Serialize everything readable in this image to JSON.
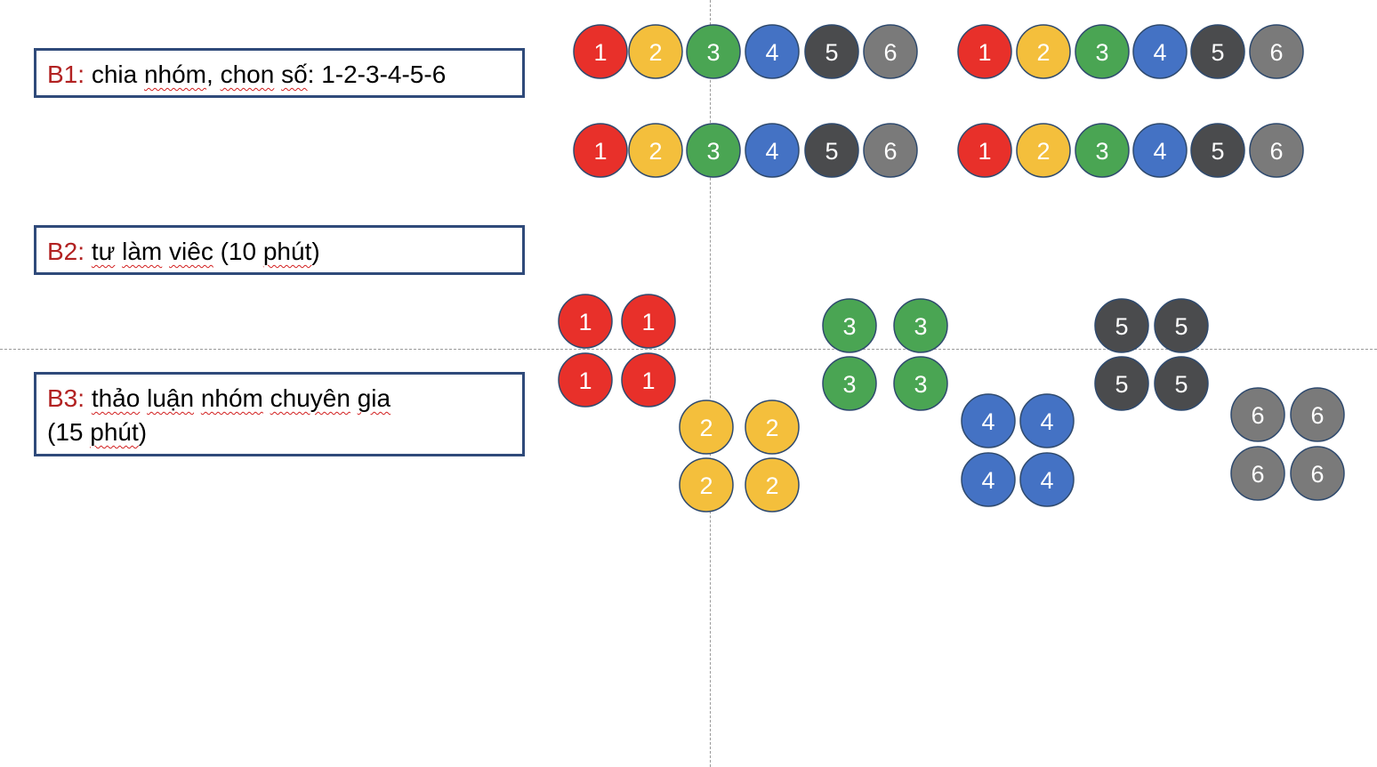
{
  "steps": [
    {
      "tag": "B1:",
      "segments": [
        {
          "text": " "
        },
        {
          "text": "chia",
          "squiggle": false
        },
        {
          "text": " "
        },
        {
          "text": "nhóm",
          "squiggle": true
        },
        {
          "text": ", "
        },
        {
          "text": "chon",
          "squiggle": true
        },
        {
          "text": " "
        },
        {
          "text": "số",
          "squiggle": true
        },
        {
          "text": ": 1-2-3-4-5-6"
        }
      ]
    },
    {
      "tag": "B2:",
      "segments": [
        {
          "text": " "
        },
        {
          "text": "tư",
          "squiggle": true
        },
        {
          "text": " "
        },
        {
          "text": "làm",
          "squiggle": true
        },
        {
          "text": " "
        },
        {
          "text": "viêc",
          "squiggle": true
        },
        {
          "text": " (10 "
        },
        {
          "text": "phút",
          "squiggle": true
        },
        {
          "text": ")"
        }
      ]
    },
    {
      "tag": "B3:",
      "segments": [
        {
          "text": " "
        },
        {
          "text": "thảo",
          "squiggle": true
        },
        {
          "text": " "
        },
        {
          "text": "luận",
          "squiggle": true
        },
        {
          "text": " "
        },
        {
          "text": "nhóm",
          "squiggle": true
        },
        {
          "text": " "
        },
        {
          "text": "chuyên",
          "squiggle": true
        },
        {
          "text": " "
        },
        {
          "text": "gia",
          "squiggle": true
        },
        {
          "text": "\n(15 "
        },
        {
          "text": "phút",
          "squiggle": true
        },
        {
          "text": ")"
        }
      ]
    }
  ],
  "colors": {
    "1": "#e8302a",
    "2": "#f4bf3c",
    "3": "#4aa553",
    "4": "#4472c4",
    "5": "#4a4b4d",
    "6": "#7a7a7a",
    "circle_border": "#2f4a6e",
    "step_tag": "#b22222",
    "box_border": "#2f4a7a"
  },
  "home_groups": [
    [
      "1",
      "2",
      "3",
      "4",
      "5",
      "6"
    ],
    [
      "1",
      "2",
      "3",
      "4",
      "5",
      "6"
    ],
    [
      "1",
      "2",
      "3",
      "4",
      "5",
      "6"
    ],
    [
      "1",
      "2",
      "3",
      "4",
      "5",
      "6"
    ]
  ],
  "expert_groups": [
    [
      "1",
      "1",
      "1",
      "1"
    ],
    [
      "2",
      "2",
      "2",
      "2"
    ],
    [
      "3",
      "3",
      "3",
      "3"
    ],
    [
      "4",
      "4",
      "4",
      "4"
    ],
    [
      "5",
      "5",
      "5",
      "5"
    ],
    [
      "6",
      "6",
      "6",
      "6"
    ]
  ]
}
